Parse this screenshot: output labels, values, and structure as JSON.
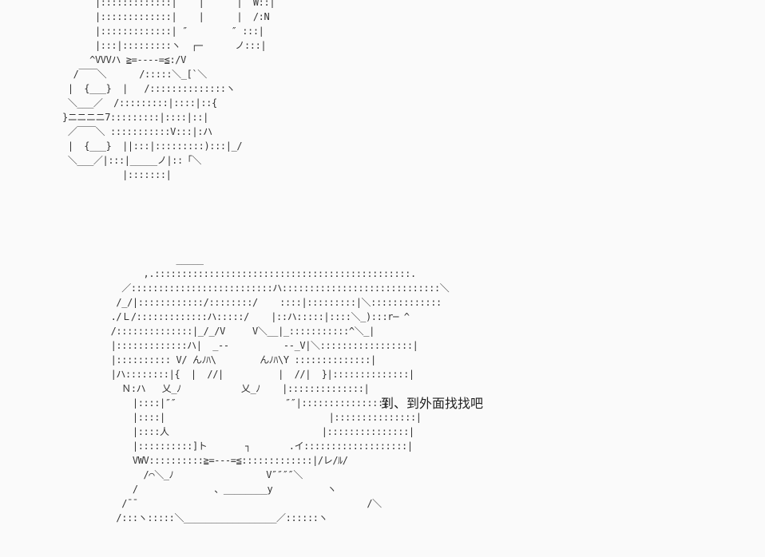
{
  "art_top": [
    "      |:::::::::::::|    |      |  W::|",
    "      |:::::::::::::|    |      |  /:N",
    "      |:::::::::::::| ″        ″ :::|",
    "      |:::|:::::::::ヽ  ┌─      ノ:::|",
    "     ^VVVハ ≧=----=≦:/V",
    "  /￣￣＼      /:::::＼_[`＼",
    " |  {___}  |   /::::::::::::::ヽ",
    " ＼___／  /:::::::::|::::|::{",
    "}ニニニニ7:::::::::|::::|::|",
    " ／￣￣＼ :::::::::::V:::|:ハ",
    " |  {___}  ||:::|:::::::::):::|_/",
    " ＼___／|:::|_____ノ|::「＼",
    "           |:::::::|"
  ],
  "art_bottom": [
    "                    _____",
    "              ,.:::::::::::::::::::::::::::::::::::::::::::::::.",
    "          ／::::::::::::::::::::::::::ハ:::::::::::::::::::::::::::::＼",
    "         /_/|::::::::::::/::::::::/    ::::|:::::::::|＼:::::::::::::",
    "        ./Ｌ/:::::::::::::ハ:::::/    |::ハ:::::|::::＼_):::r─ ^",
    "        /::::::::::::::|_/_/V     V＼__|_:::::::::::^＼_|",
    "        |:::::::::::::ハ|  _--          --_V|＼:::::::::::::::::|",
    "        |:::::::::: V/ んﾉﾊ\\        んﾉﾊ\\Y ::::::::::::::|",
    "        |ハ::::::::|{  |  //|          |  //|  }|::::::::::::::|",
    "          Ｎ:ハ   乂_ﾉ           乂_ﾉ    |::::::::::::::|",
    "            |::::|″″                    ″″|:::::::::::::::|",
    "            |::::|                              |:::::::::::::::|",
    "            |::::人                            |:::::::::::::::|",
    "            |::::::::::]ト       ┐       .イ:::::::::::::::::::|",
    "            VWV::::::::::≧=---=≦:::::::::::::|/レ/ﾙ/",
    "              /⌒＼_ﾉ                 V″″″″＼",
    "            /              、________y          ヽ",
    "          /¯¯                                          /＼",
    "         /:::ヽ:::::＼_________________／::::::ヽ"
  ],
  "dialogue": "到、到外面找找吧"
}
